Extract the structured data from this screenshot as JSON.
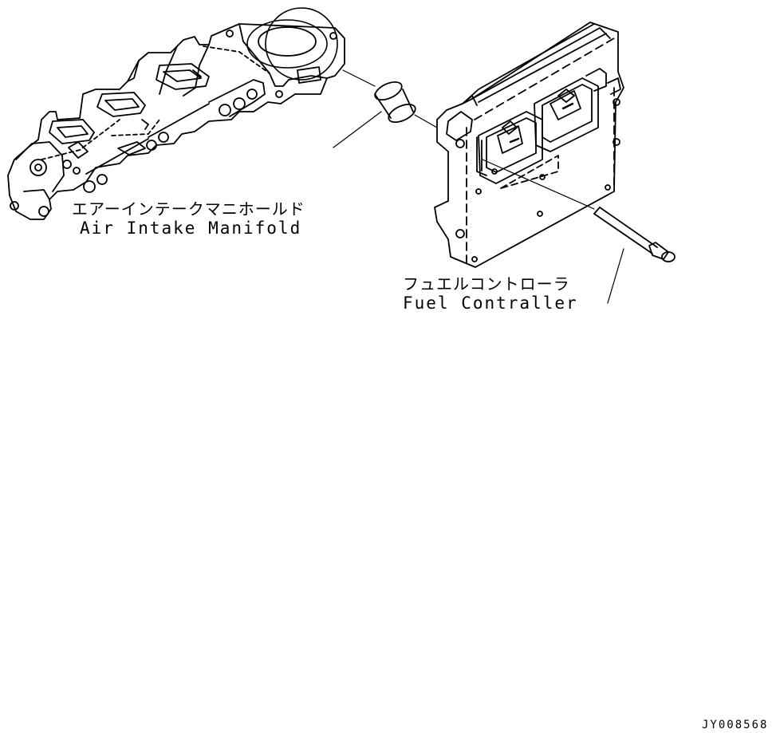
{
  "labels": {
    "manifold_jp": "エアーインテークマニホールド",
    "manifold_en": "Air Intake Manifold",
    "controller_jp": "フュエルコントローラ",
    "controller_en": "Fuel Contraller",
    "drawing_code": "JY008568"
  },
  "colors": {
    "line": "#000000",
    "background": "#ffffff"
  }
}
